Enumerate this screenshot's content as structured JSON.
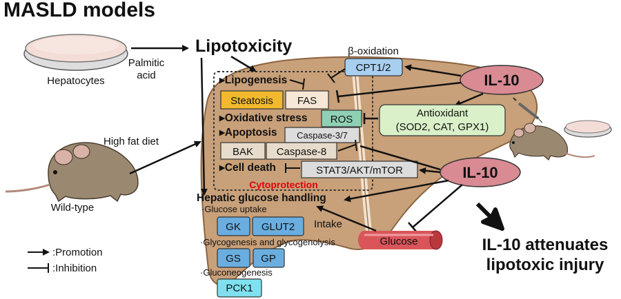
{
  "title": "MASLD models",
  "lipotoxicity": "Lipotoxicity",
  "hepatocytes": "Hepatocytes",
  "palmitic_acid": [
    "Palmitic",
    "acid"
  ],
  "high_fat_diet": "High fat diet",
  "wild_type": "Wild-type",
  "beta_oxidation": "β-oxidation",
  "cpt": "CPT1/2",
  "il10": "IL-10",
  "lipogenesis": "▸Lipogenesis",
  "steatosis": "Steatosis",
  "fas": "FAS",
  "oxidative_stress": "▸Oxidative stress",
  "ros": "ROS",
  "antioxidant_title": "Antioxidant",
  "antioxidant_list": "(SOD2, CAT, GPX1)",
  "apoptosis": "▸Apoptosis",
  "caspase37": "Caspase-3/7",
  "bak": "BAK",
  "caspase8": "Caspase-8",
  "cell_death": "▸Cell death",
  "stat3": "STAT3/AKT/mTOR",
  "cytoprotection": "Cytoprotection",
  "hepatic_glucose": "Hepatic glucose handling",
  "glucose_uptake": "·Glucose uptake",
  "gk": "GK",
  "glut2": "GLUT2",
  "glycogen_line": "·Glycogenesis and glycogenolysis",
  "gs": "GS",
  "gp": "GP",
  "gluconeo": "·Gluconeogenesis",
  "pck1": "PCK1",
  "intake": "Intake",
  "glucose": "Glucose",
  "conclusion": [
    "IL-10 attenuates",
    "lipotoxic injury"
  ],
  "legend": {
    "promotion": ":Promotion",
    "inhibition": ":Inhibition"
  },
  "colors": {
    "liver": "#c8a079",
    "liver_dark": "#a47a52",
    "steatosis": "#f2b92e",
    "fas": "#f7e7d7",
    "blue_box": "#6aaee0",
    "blue_light": "#a8cff0",
    "green_box": "#d9f0c8",
    "ros": "#8fd0b4",
    "gray_box": "#dcdcdc",
    "il10": "#d98a93",
    "pck1": "#7fe0f0",
    "red": "#e0000b"
  }
}
